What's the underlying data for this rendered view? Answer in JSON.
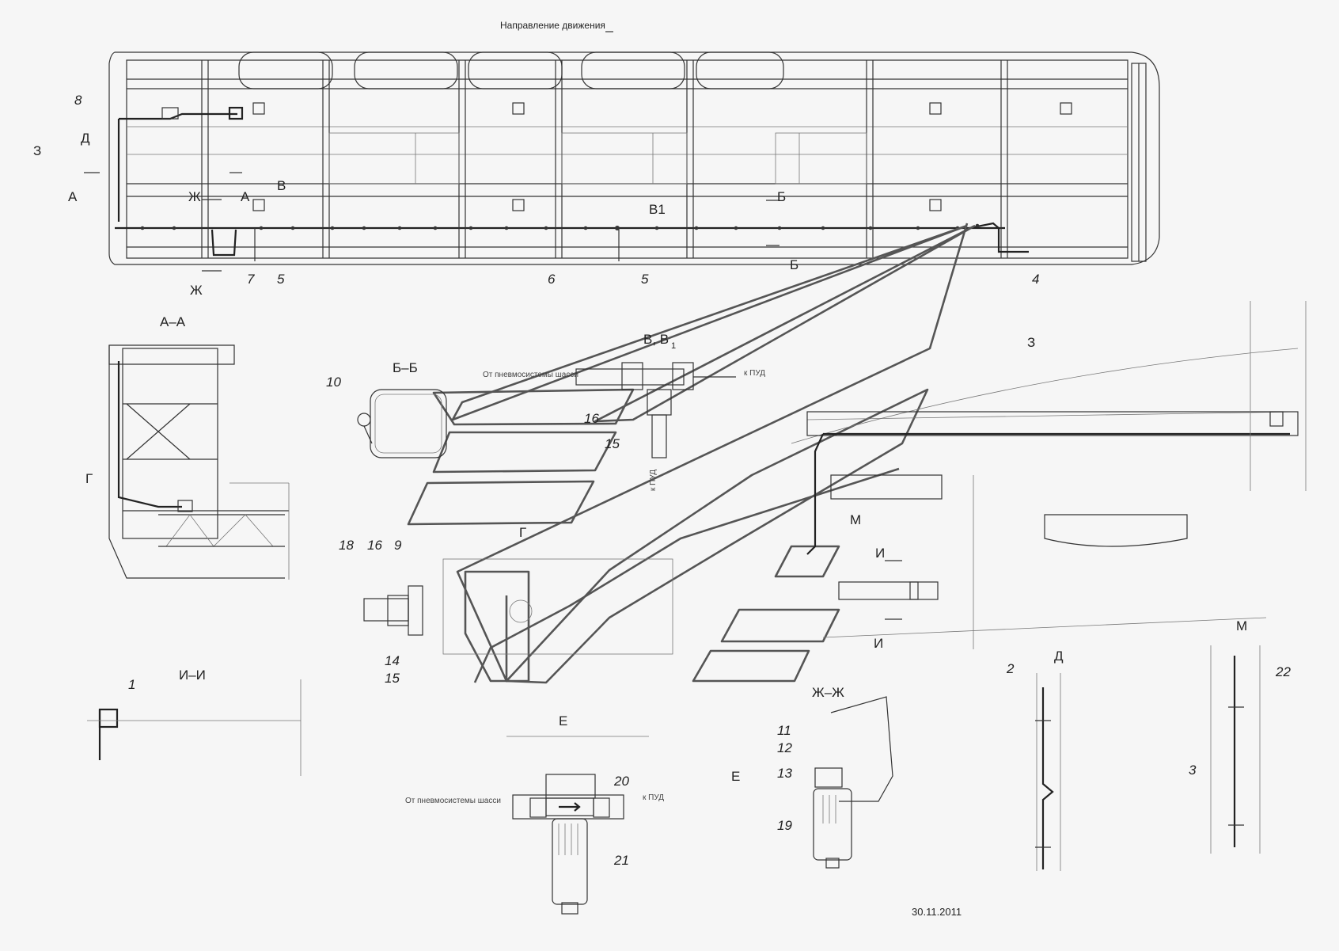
{
  "header": {
    "direction_label": "Направление движения"
  },
  "view_labels": {
    "section_aa": "А–А",
    "section_bb": "Б–Б",
    "view_v": "В, В",
    "view_v_sub": "1",
    "view_z": "З",
    "section_ii": "И–И",
    "view_e": "Е",
    "section_zhzh": "Ж–Ж",
    "view_d": "Д",
    "view_m": "М"
  },
  "plan_markers": {
    "z": "З",
    "d": "Д",
    "a_left": "А",
    "a_right": "А",
    "zh_top": "Ж",
    "zh_bottom": "Ж",
    "v": "В",
    "v1": "В1",
    "b_top": "Б",
    "b_bottom": "Б",
    "g": "Г",
    "g_detail": "Г",
    "m": "М",
    "i_top": "И",
    "i_bottom": "И",
    "e": "Е"
  },
  "callouts": {
    "n8": "8",
    "n7": "7",
    "n5a": "5",
    "n6": "6",
    "n5b": "5",
    "n4": "4",
    "n10": "10",
    "n16a": "16",
    "n15a": "15",
    "n18": "18",
    "n16b": "16",
    "n9": "9",
    "n14": "14",
    "n15b": "15",
    "n1": "1",
    "n20": "20",
    "n21": "21",
    "n11": "11",
    "n12": "12",
    "n13": "13",
    "n19": "19",
    "n2": "2",
    "n22": "22",
    "n3": "3"
  },
  "annotations": {
    "from_pneumo_1": "От пневмосистемы шасси",
    "to_pud_1": "к ПУД",
    "to_pud_vertical": "к ПУД",
    "from_pneumo_2": "От пневмосистемы шасси",
    "to_pud_2": "к ПУД"
  },
  "footer": {
    "date": "30.11.2011"
  }
}
